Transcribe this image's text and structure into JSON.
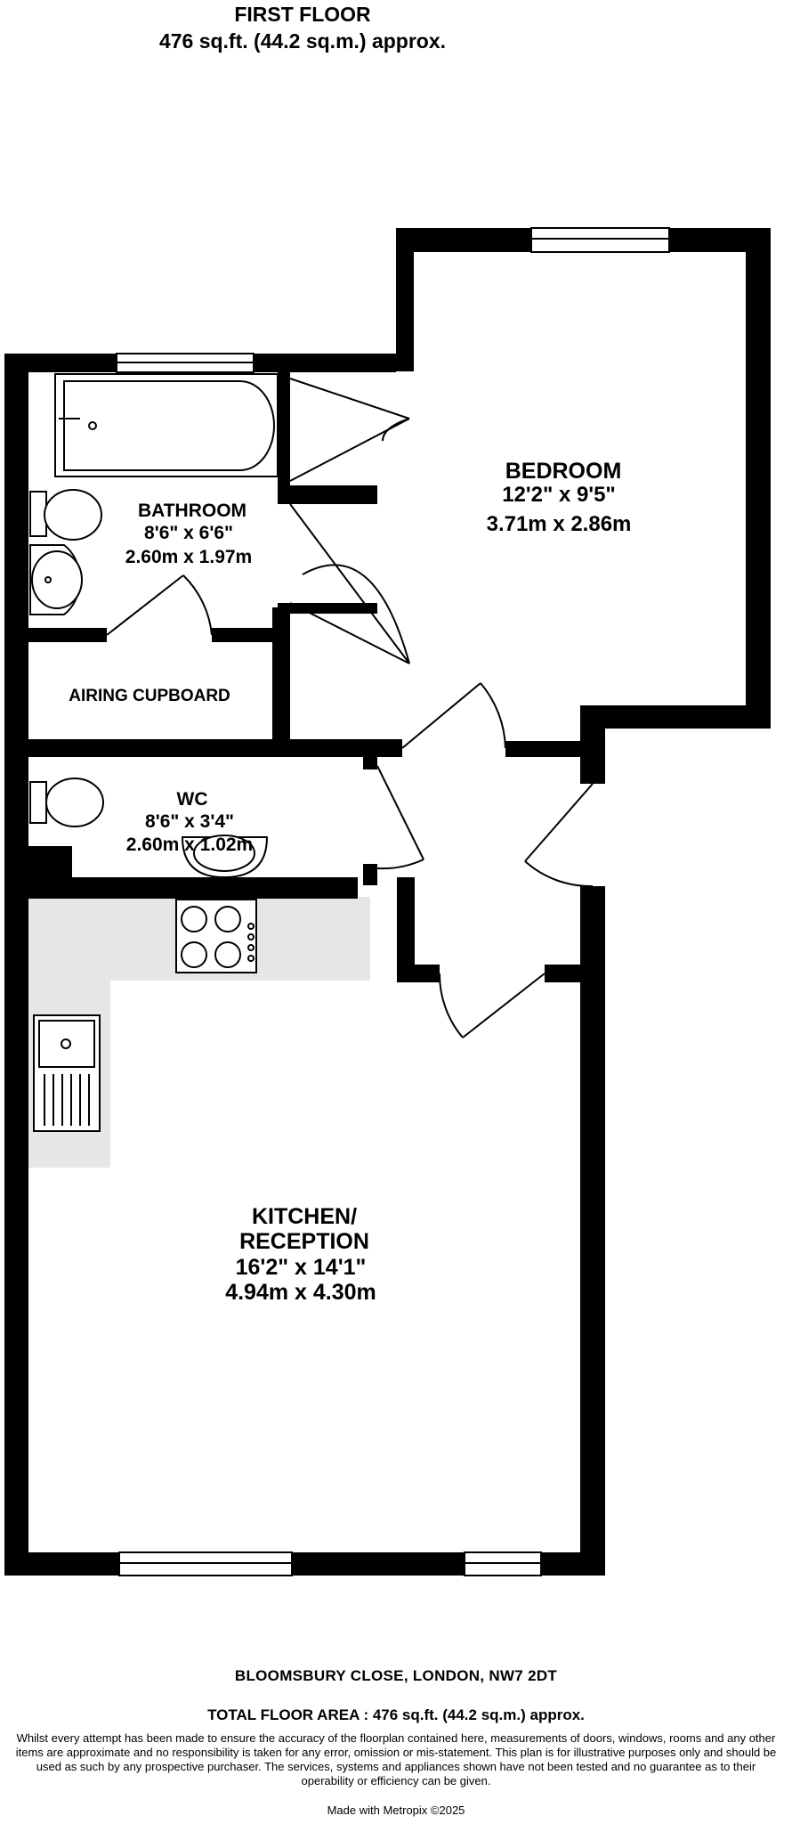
{
  "header": {
    "title": "FIRST FLOOR",
    "area": "476 sq.ft. (44.2 sq.m.) approx."
  },
  "rooms": {
    "bedroom": {
      "name": "BEDROOM",
      "imperial": "12'2\"  x 9'5\"",
      "metric": "3.71m  x 2.86m"
    },
    "bathroom": {
      "name": "BATHROOM",
      "imperial": "8'6\"  x 6'6\"",
      "metric": "2.60m  x 1.97m"
    },
    "airing": {
      "name": "AIRING CUPBOARD"
    },
    "wc": {
      "name": "WC",
      "imperial": "8'6\"  x 3'4\"",
      "metric": "2.60m  x 1.02m"
    },
    "kitchen": {
      "name1": "KITCHEN/",
      "name2": "RECEPTION",
      "imperial": "16'2\"  x 14'1\"",
      "metric": "4.94m  x 4.30m"
    }
  },
  "footer": {
    "address": "BLOOMSBURY CLOSE, LONDON, NW7 2DT",
    "total": "TOTAL FLOOR AREA : 476 sq.ft. (44.2 sq.m.) approx.",
    "disclaimer": "Whilst every attempt has been made to ensure the accuracy of the floorplan contained here, measurements of doors, windows, rooms and any other items are approximate and no responsibility is taken for any error, omission or mis-statement. This plan is for illustrative purposes only and should be used as such by any prospective purchaser. The services, systems and appliances shown have not been tested and no guarantee as to their operability or efficiency can be given.",
    "credit": "Made with Metropix ©2025"
  },
  "colors": {
    "wall": "#000000",
    "worktop": "#e6e6e6",
    "background": "#ffffff"
  }
}
